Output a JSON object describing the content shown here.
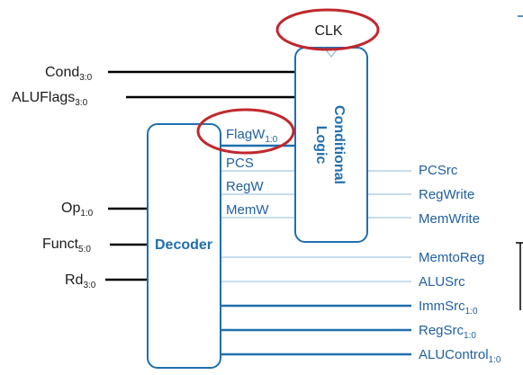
{
  "clock": {
    "label": "CLK"
  },
  "conditional_logic": {
    "line1": "Conditional",
    "line2": "Logic"
  },
  "decoder": {
    "label": "Decoder"
  },
  "inputs": {
    "cond": {
      "name": "Cond",
      "sub": "3:0"
    },
    "aluflags": {
      "name": "ALUFlags",
      "sub": "3:0"
    },
    "op": {
      "name": "Op",
      "sub": "1:0"
    },
    "funct": {
      "name": "Funct",
      "sub": "5:0"
    },
    "rd": {
      "name": "Rd",
      "sub": "3:0"
    }
  },
  "internal": {
    "flagw": {
      "name": "FlagW",
      "sub": "1:0"
    },
    "pcs": "PCS",
    "regw": "RegW",
    "memw": "MemW"
  },
  "outputs": {
    "pcsrc": "PCSrc",
    "regwrite": "RegWrite",
    "memwrite": "MemWrite",
    "memtoreg": "MemtoReg",
    "alusrc": "ALUSrc",
    "immsrc": {
      "name": "ImmSrc",
      "sub": "1:0"
    },
    "regsrc": {
      "name": "RegSrc",
      "sub": "1:0"
    },
    "alucontrol": {
      "name": "ALUControl",
      "sub": "1:0"
    }
  },
  "colors": {
    "block_stroke": "#1f6fae",
    "wire_blue": "#1f6fae",
    "wire_thin": "#8fbadc",
    "wire_black": "#000000",
    "highlight": "#c0282d"
  }
}
